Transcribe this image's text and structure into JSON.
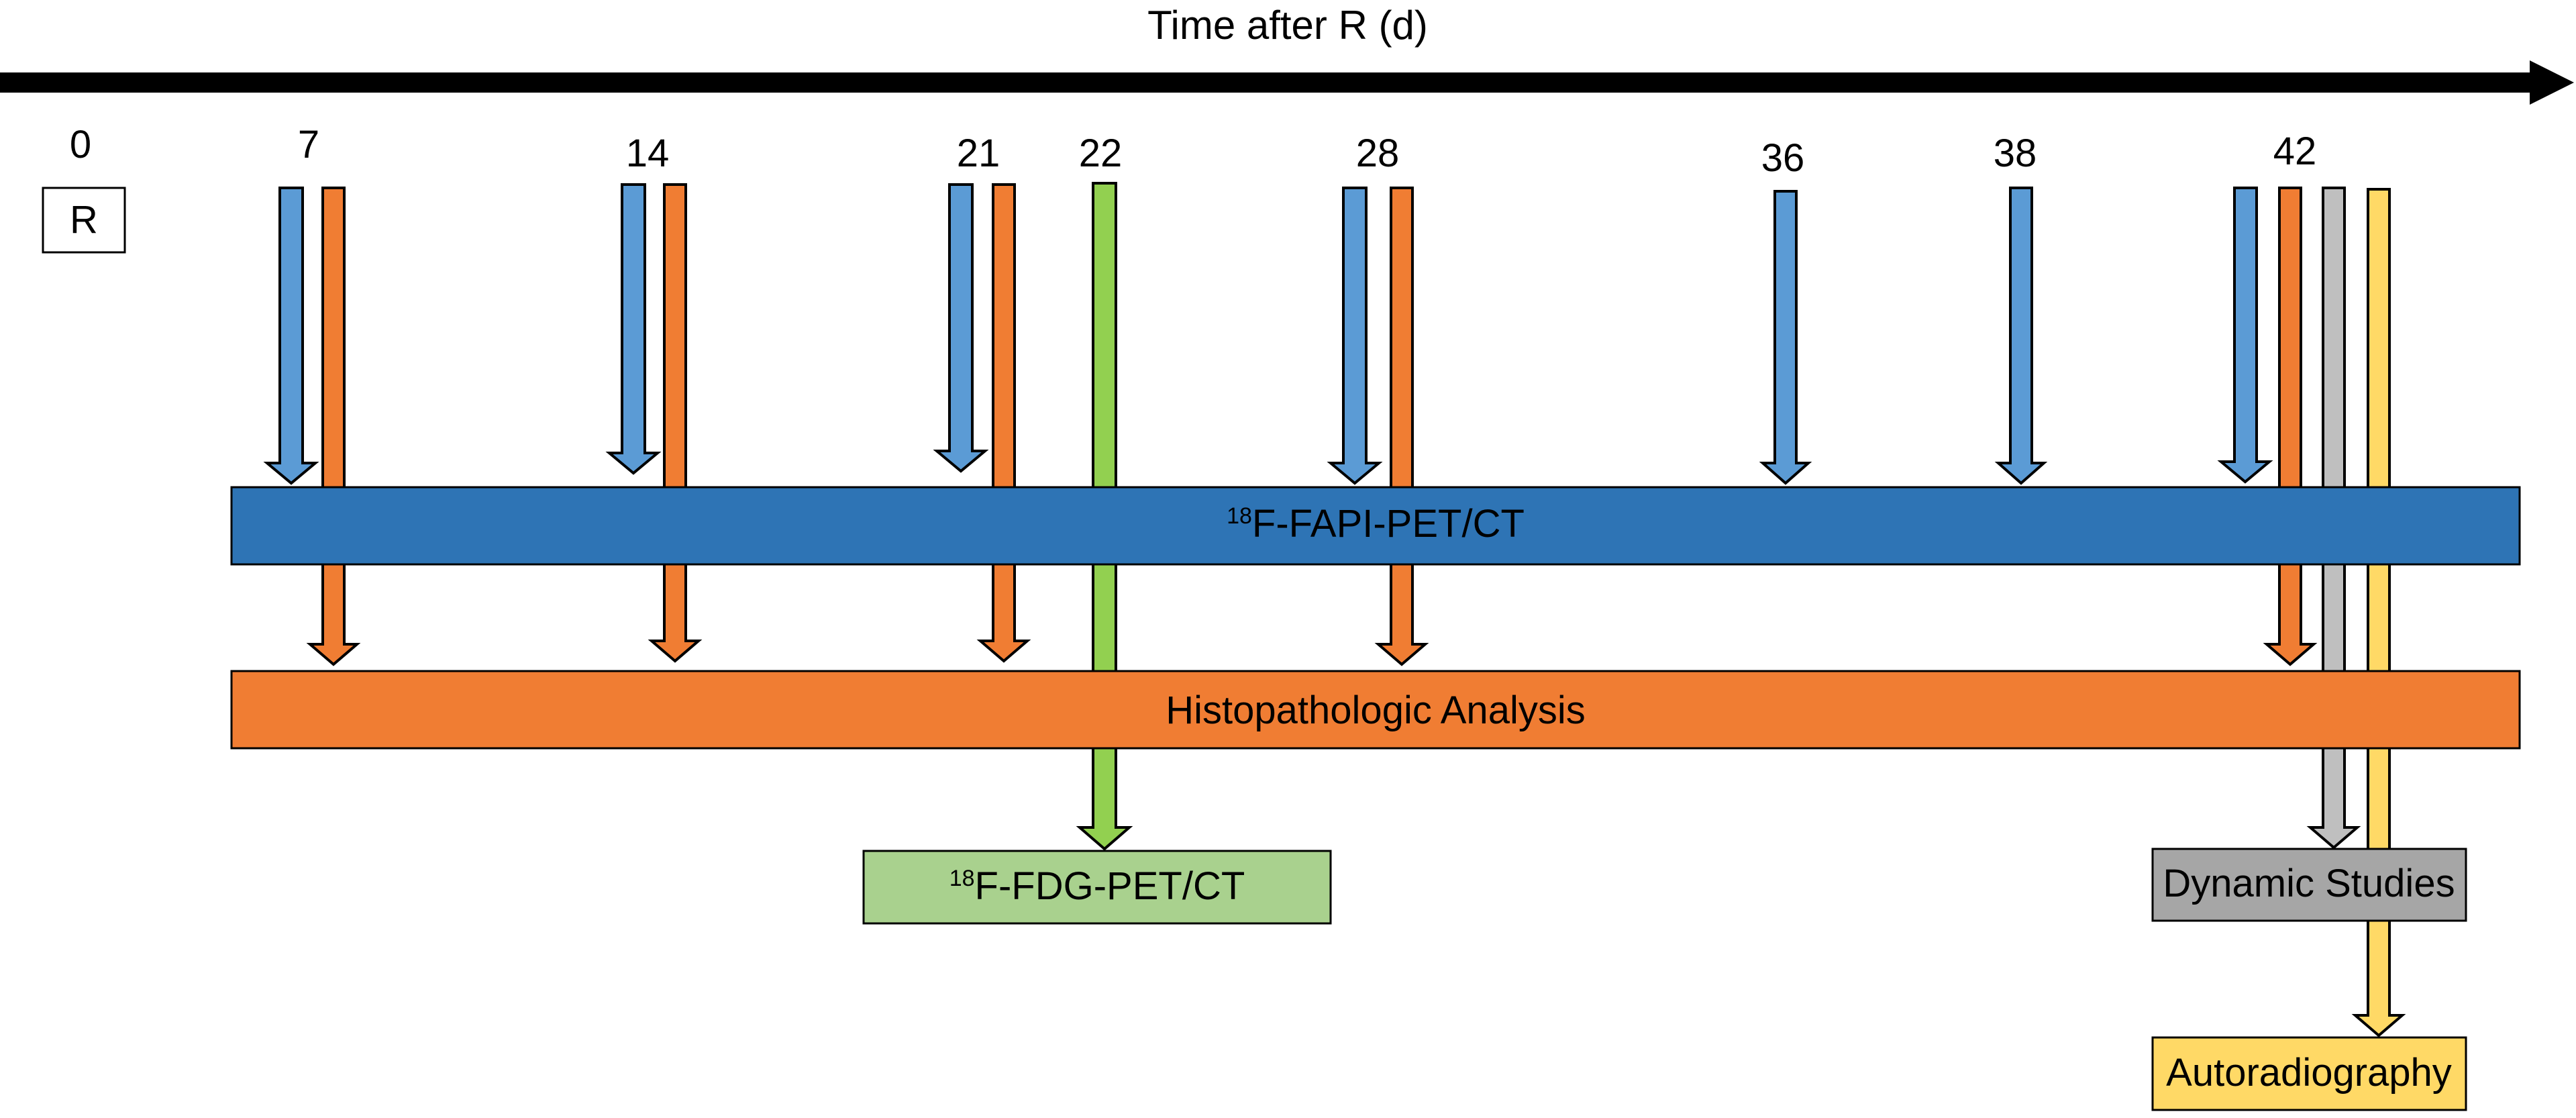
{
  "axis": {
    "title": "Time after R (d)"
  },
  "start": {
    "day": "0",
    "label": "R"
  },
  "days": [
    "7",
    "14",
    "21",
    "22",
    "28",
    "36",
    "38",
    "42"
  ],
  "bars": {
    "fapi": {
      "label": "F-FAPI-PET/CT",
      "superscript": "18",
      "color": "#2e74b5"
    },
    "histo": {
      "label": "Histopathologic Analysis",
      "superscript": "",
      "color": "#f07d33"
    },
    "fdg": {
      "label": "F-FDG-PET/CT",
      "superscript": "18",
      "color": "#a9d18e"
    },
    "dynamic": {
      "label": "Dynamic Studies",
      "superscript": "",
      "color": "#a6a6a6"
    },
    "autorad": {
      "label": "Autoradiography",
      "superscript": "",
      "color": "#ffd966"
    }
  },
  "colors": {
    "blue": "#5b9bd5",
    "orange": "#f07d33",
    "green": "#92d050",
    "gray": "#bfbfbf",
    "yellow": "#ffd966",
    "outline": "#000000"
  }
}
